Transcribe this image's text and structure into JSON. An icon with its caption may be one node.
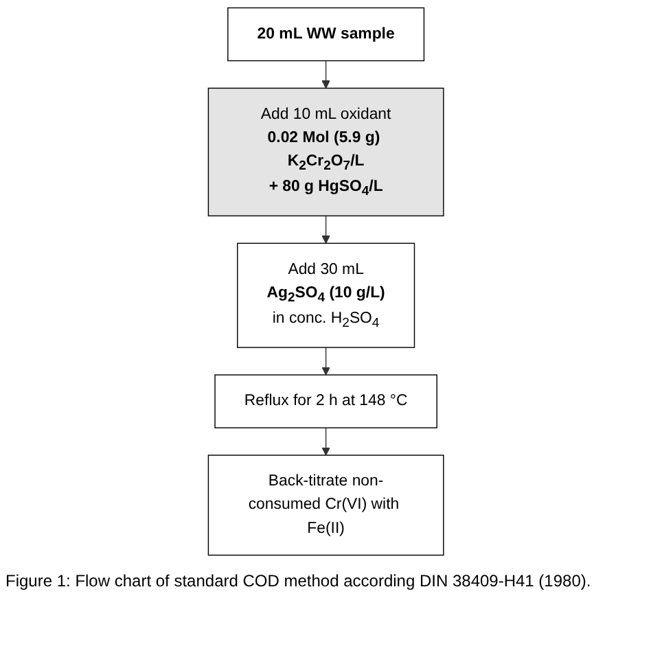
{
  "diagram": {
    "caption": "Figure 1: Flow chart of standard COD method according DIN 38409-H41 (1980).",
    "nodes": [
      {
        "text": [
          "20 mL WW sample"
        ]
      },
      {
        "text": [
          "Add 10 mL oxidant",
          "**0.02 Mol (5.9 g) K$_{2}$Cr$_{2}$O$_{7}$/L**",
          "**+ 80 g HgSO$_{4}$/L**"
        ]
      },
      {
        "text": [
          "Add 30 mL",
          "**Ag$_{2}$SO$_{4}$ (10 g/L)**",
          "in conc. H$_{2}$SO$_{4}$"
        ]
      },
      {
        "text": [
          "Reflux for 2 h at 148 °C"
        ]
      },
      {
        "text": [
          "Back-titrate non-consumed Cr(VI) with Fe(II)"
        ]
      }
    ],
    "edges": [
      {
        "from": 0,
        "to": 1,
        "arrow": "to"
      },
      {
        "from": 1,
        "to": 2,
        "arrow": "to"
      },
      {
        "from": 2,
        "to": 3,
        "arrow": "to"
      },
      {
        "from": 3,
        "to": 4,
        "arrow": "to"
      }
    ]
  }
}
